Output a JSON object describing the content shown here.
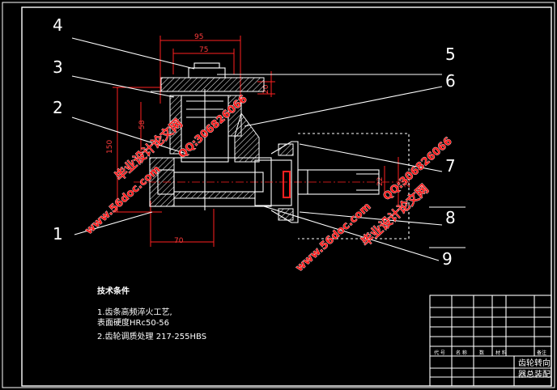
{
  "balloons": [
    "1",
    "2",
    "3",
    "4",
    "5",
    "6",
    "7",
    "8",
    "9"
  ],
  "dimensions": {
    "d95": "95",
    "d75": "75",
    "d58": "58",
    "d150": "150",
    "d70": "70",
    "d20": "20",
    "d22": "22",
    "d28": "28"
  },
  "tech_notes": {
    "title": "技术条件",
    "line1": "1.齿条高频淬火工艺,",
    "line2": "表面硬度HRc50-56",
    "line3": "2.齿轮调质处理 217-255HBS"
  },
  "title_block": {
    "name_line1": "齿轮转向",
    "name_line2": "器总装配",
    "head_code": "代 号",
    "head_name": "名 称",
    "head_qty": "数",
    "head_material": "材 料",
    "head_note": "备注"
  },
  "watermarks": {
    "site_cn": "毕业设计论文网",
    "site_url": "www.56doc.com",
    "qq": "QQ:306826066"
  },
  "colors": {
    "background": "#000000",
    "lines": "#ffffff",
    "dimensions": "#ff2020",
    "watermark": "#ff1a1a"
  }
}
